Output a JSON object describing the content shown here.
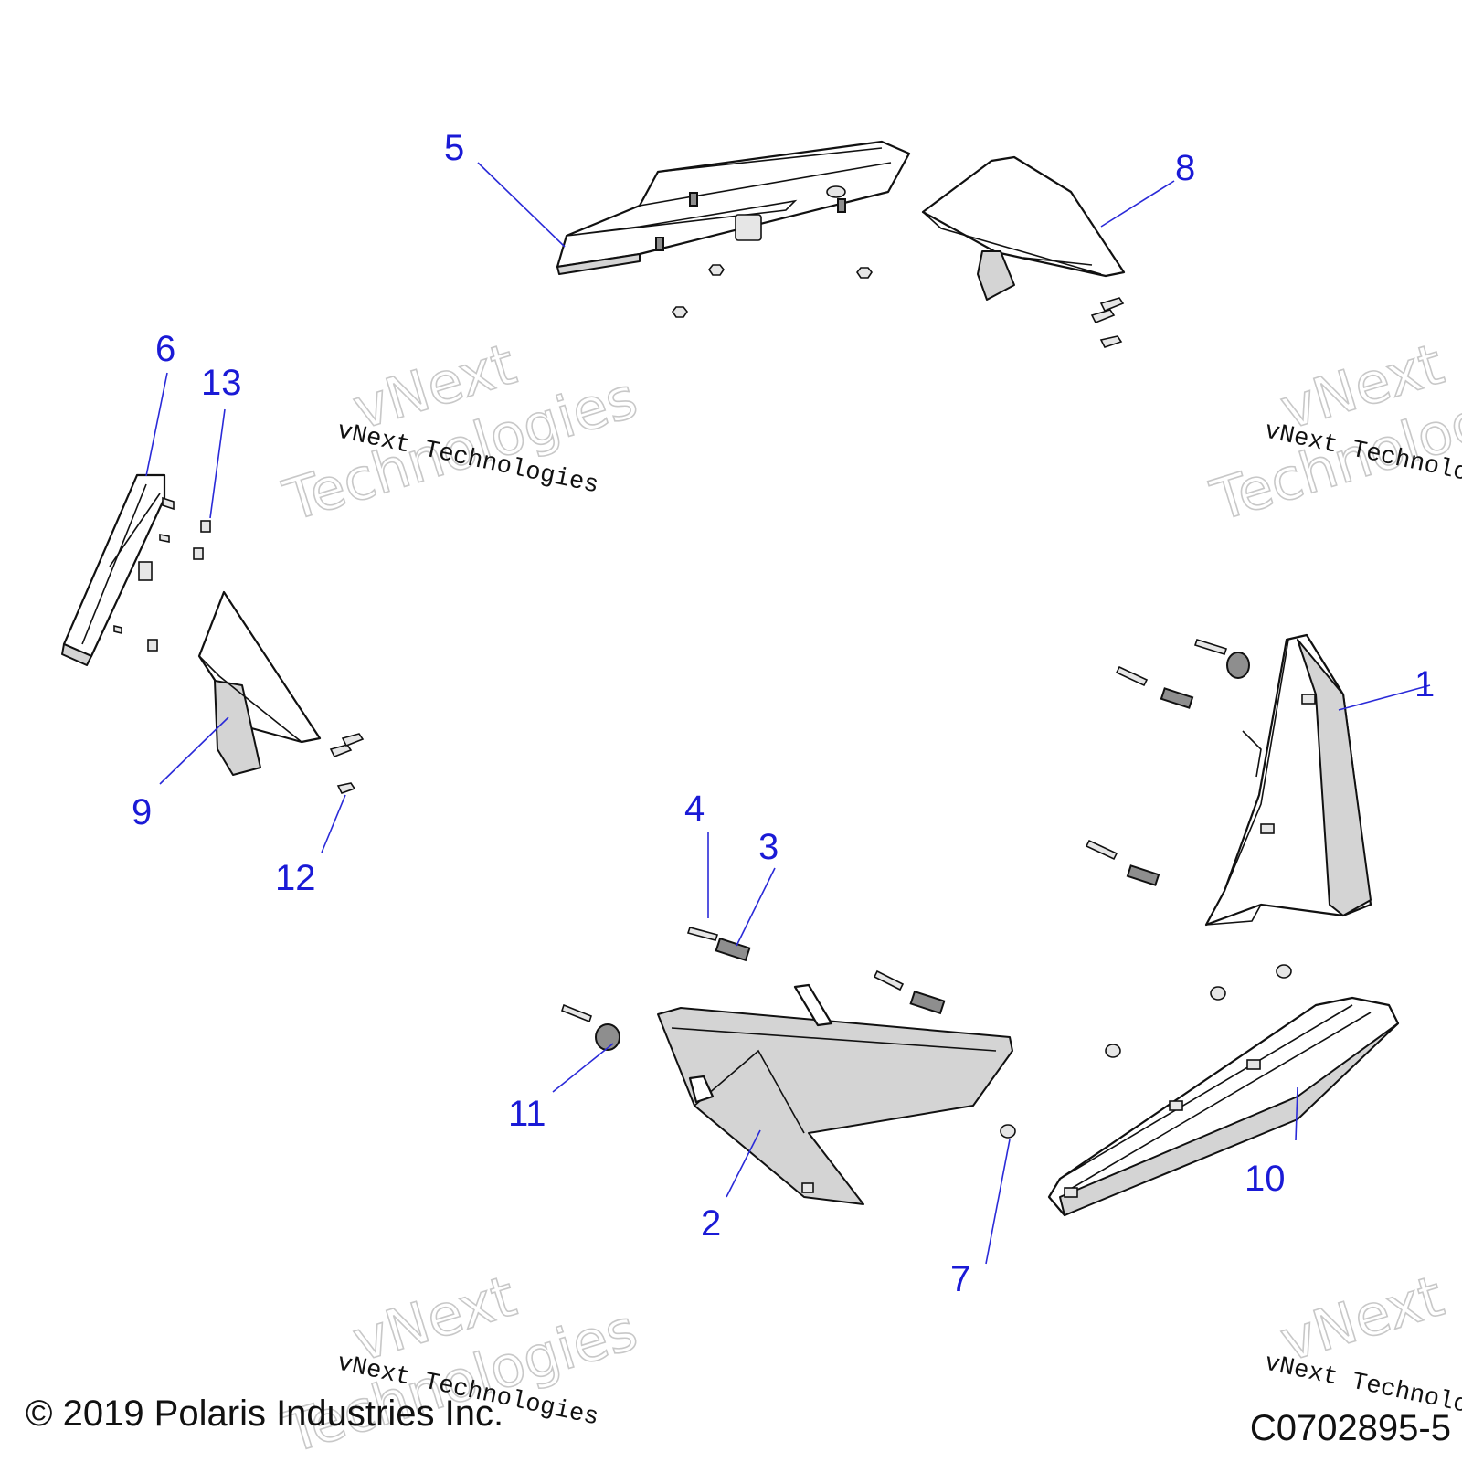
{
  "callouts": {
    "c1": "1",
    "c2": "2",
    "c3": "3",
    "c4": "4",
    "c5": "5",
    "c6": "6",
    "c7": "7",
    "c8": "8",
    "c9": "9",
    "c10": "10",
    "c11": "11",
    "c12": "12",
    "c13": "13"
  },
  "watermark": {
    "line": "vNext Technologies",
    "big_top": "vNext",
    "big_bottom": "Technologies"
  },
  "footer": {
    "copyright": "© 2019 Polaris Industries Inc.",
    "figure_id": "C0702895-5"
  }
}
